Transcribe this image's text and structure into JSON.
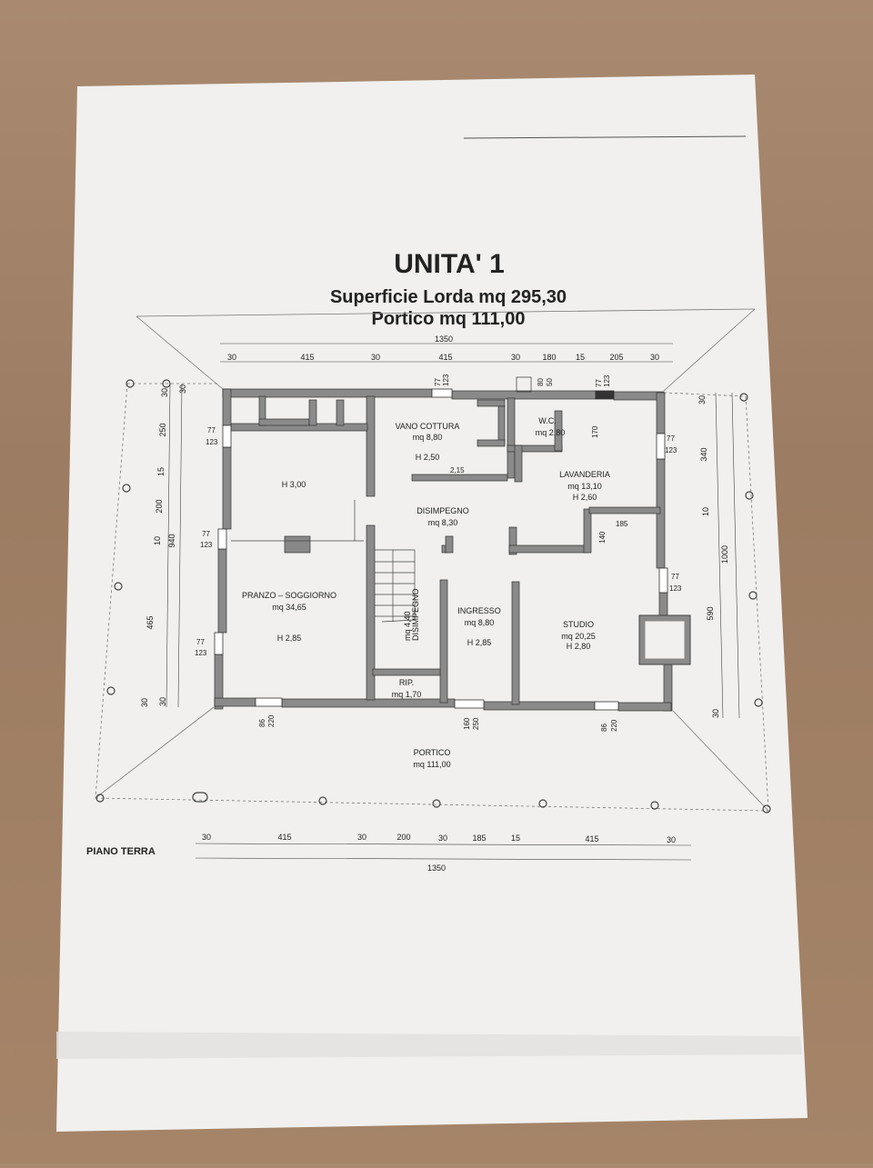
{
  "header": {
    "title": "UNITA' 1",
    "surface": "Superficie Lorda mq 295,30",
    "portico": "Portico mq 111,00"
  },
  "floor_label": "PIANO TERRA",
  "rooms": {
    "vano_cottura": {
      "name": "VANO COTTURA",
      "area": "mq 8,80",
      "height": "H 2,50"
    },
    "wc": {
      "name": "W.C.",
      "area": "mq 2,80"
    },
    "lavanderia": {
      "name": "LAVANDERIA",
      "area": "mq 13,10",
      "height": "H 2,60"
    },
    "h300": {
      "height": "H 3,00"
    },
    "disimpegno": {
      "name": "DISIMPEGNO",
      "area": "mq 8,30"
    },
    "pranzo": {
      "name": "PRANZO – SOGGIORNO",
      "area": "mq 34,65",
      "height": "H 2,85"
    },
    "disimpegno2": {
      "name": "DISIMPEGNO",
      "area": "mq 4,40"
    },
    "ingresso": {
      "name": "INGRESSO",
      "area": "mq 8,80",
      "height": "H 2,85"
    },
    "studio": {
      "name": "STUDIO",
      "area": "mq 20,25",
      "height": "H 2,80"
    },
    "rip": {
      "name": "RIP.",
      "area": "mq 1,70"
    },
    "portico": {
      "name": "PORTICO",
      "area": "mq 111,00"
    }
  },
  "dims_top": {
    "total": "1350",
    "segments": [
      "30",
      "415",
      "30",
      "415",
      "30",
      "180",
      "15",
      "205",
      "30"
    ]
  },
  "dims_bottom": {
    "total": "1350",
    "segments": [
      "30",
      "415",
      "30",
      "200",
      "30",
      "185",
      "15",
      "415",
      "30"
    ]
  },
  "dims_left": {
    "total": "940",
    "segments": [
      "30",
      "250",
      "15",
      "200",
      "10",
      "465",
      "30"
    ],
    "outer": "30"
  },
  "dims_right": {
    "total": "1000",
    "segments": [
      "30",
      "340",
      "10",
      "590",
      "30"
    ]
  },
  "openings": {
    "top_window_1": [
      "77",
      "123"
    ],
    "top_window_2": [
      "80",
      "50"
    ],
    "top_window_3": [
      "77",
      "123"
    ],
    "left_window_1": [
      "77",
      "123"
    ],
    "left_window_2": [
      "77",
      "123"
    ],
    "left_window_3": [
      "77",
      "123"
    ],
    "right_window_1": [
      "77",
      "123"
    ],
    "right_window_2": [
      "77",
      "123"
    ],
    "bottom_window_1": [
      "86",
      "220"
    ],
    "bottom_door": [
      "160",
      "250"
    ],
    "bottom_window_2": [
      "86",
      "220"
    ]
  },
  "inner_dims": {
    "wc_depth": "170",
    "studio_nook_w": "185",
    "studio_nook_h": "140",
    "kitchen_note": "2,15"
  }
}
